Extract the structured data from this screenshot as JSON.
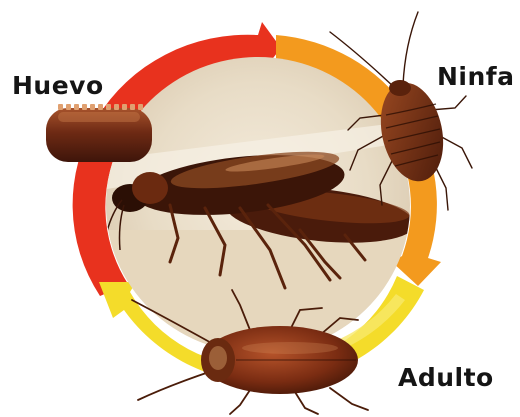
{
  "stages": [
    {
      "id": "huevo",
      "label": "Huevo"
    },
    {
      "id": "ninfa",
      "label": "Ninfa"
    },
    {
      "id": "adulto",
      "label": "Adulto"
    }
  ],
  "colors": {
    "arrow_red": "#e8321e",
    "arrow_orange": "#f39a1e",
    "arrow_yellow": "#f4dc2a",
    "arrow_yellow_light": "#f8e86a",
    "egg_case": "#8a3a1e",
    "cockroach_body": "#6e2a12",
    "photo_background": "#efe4d0"
  },
  "icons": [
    "cycle-arrow-red",
    "cycle-arrow-orange",
    "cycle-arrow-yellow",
    "egg-case-icon",
    "nymph-icon",
    "adult-cockroach-icon",
    "cockroach-photo"
  ]
}
